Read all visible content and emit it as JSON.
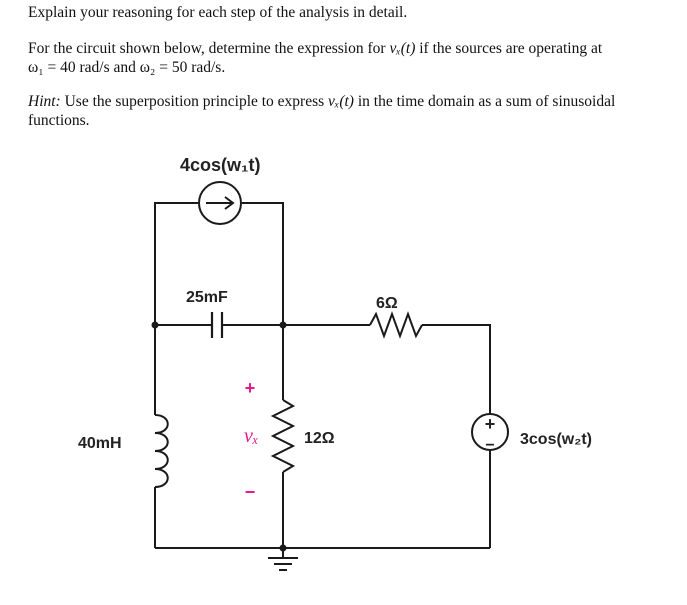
{
  "problem": {
    "line1": "Explain your reasoning for each step of the analysis in detail.",
    "line2_a": "For the circuit shown below, determine the expression for ",
    "line2_var": "vₓ(t)",
    "line2_b": " if the sources are operating at",
    "line3": "ω₁ = 40 rad/s and ω₂ = 50 rad/s.",
    "hint_label": "Hint:",
    "hint_a": " Use the superposition principle to express ",
    "hint_var": "vₓ(t)",
    "hint_b": " in the time domain as a sum of sinusoidal functions."
  },
  "circuit": {
    "current_source": "4cos(w₁t)",
    "capacitor": "25mF",
    "resistor_top": "6Ω",
    "resistor_mid": "12Ω",
    "inductor": "40mH",
    "voltage_source": "3cos(w₂t)",
    "vx_plus": "+",
    "vx_label": "vₓ",
    "vx_minus": "−",
    "src_plus": "+",
    "src_minus": "−"
  },
  "colors": {
    "wire": "#1a1a1a",
    "vx_accent": "#e8178a"
  }
}
